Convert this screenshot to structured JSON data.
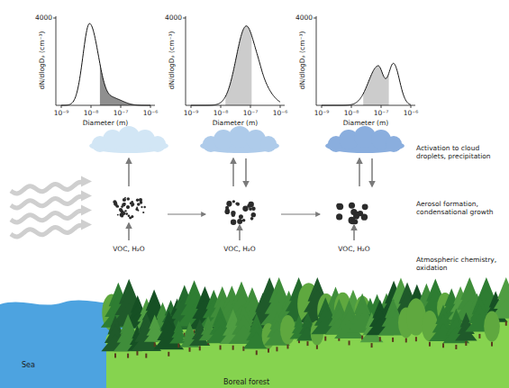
{
  "diagram": {
    "nodes": [
      {
        "text": [
          "Sea"
        ]
      },
      {
        "text": [
          "Boreal forest"
        ]
      }
    ],
    "labels": [
      "4000",
      "dN/dlogDₚ (cm⁻³)",
      "10⁻⁹",
      "10⁻⁸",
      "10⁻⁷",
      "10⁻⁶",
      "Diameter (m)",
      "4000",
      "dN/dlogDₚ (cm⁻³)",
      "10⁻⁹",
      "10⁻⁸",
      "10⁻⁷",
      "10⁻⁶",
      "Diameter (m)",
      "4000",
      "dN/dlogDₚ (cm⁻³)",
      "10⁻⁹",
      "10⁻⁸",
      "10⁻⁷",
      "10⁻⁶",
      "Diameter (m)",
      "VOC, H₂O",
      "VOC, H₂O",
      "VOC, H₂O",
      "Activation to cloud droplets, precipitation",
      "Aerosol formation, condensational growth",
      "Atmospheric chemistry, oxidation"
    ]
  }
}
